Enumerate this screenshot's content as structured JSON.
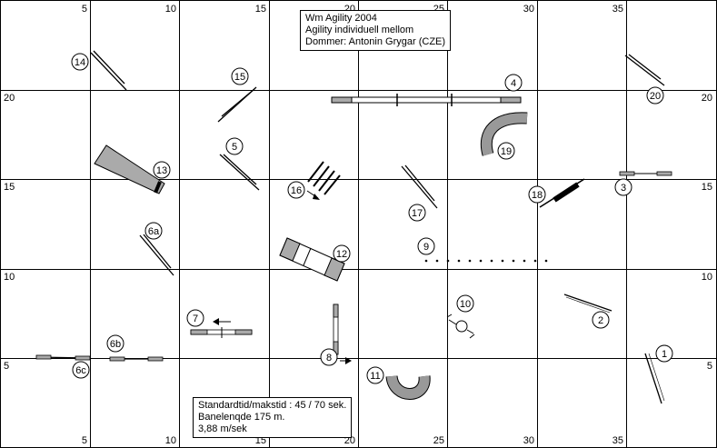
{
  "title_box": {
    "line1": "Wm Agility 2004",
    "line2": "Agility individuell mellom",
    "line3": "Dommer: Antonin Grygar (CZE)"
  },
  "info_box": {
    "line1": "Standardtid/makstid : 45 / 70 sek.",
    "line2": "Banelenqde 175 m.",
    "line3": "3,88 m/sek"
  },
  "grid": {
    "top_labels": [
      "5",
      "10",
      "15",
      "20",
      "25",
      "30",
      "35"
    ],
    "bottom_labels": [
      "5",
      "10",
      "15",
      "20",
      "25",
      "30",
      "35"
    ],
    "left_labels": [
      "20",
      "15",
      "10",
      "5"
    ],
    "right_labels": [
      "20",
      "15",
      "10",
      "5"
    ]
  },
  "obstacles": [
    {
      "label": "1",
      "type": "jump"
    },
    {
      "label": "2",
      "type": "jump"
    },
    {
      "label": "3",
      "type": "jump"
    },
    {
      "label": "4",
      "type": "dogwalk"
    },
    {
      "label": "5",
      "type": "jump"
    },
    {
      "label": "6a",
      "type": "jump"
    },
    {
      "label": "6b",
      "type": "jump"
    },
    {
      "label": "6c",
      "type": "jump"
    },
    {
      "label": "7",
      "type": "jump"
    },
    {
      "label": "8",
      "type": "jump"
    },
    {
      "label": "9",
      "type": "weave"
    },
    {
      "label": "10",
      "type": "tire"
    },
    {
      "label": "11",
      "type": "tunnel"
    },
    {
      "label": "12",
      "type": "aframe"
    },
    {
      "label": "13",
      "type": "chute"
    },
    {
      "label": "14",
      "type": "jump"
    },
    {
      "label": "15",
      "type": "jump"
    },
    {
      "label": "16",
      "type": "spread"
    },
    {
      "label": "17",
      "type": "jump"
    },
    {
      "label": "18",
      "type": "long-jump"
    },
    {
      "label": "19",
      "type": "tunnel"
    },
    {
      "label": "20",
      "type": "jump"
    }
  ],
  "colors": {
    "equipment_fill": "#aaaaaa",
    "tunnel_fill": "#999999",
    "line": "#000000",
    "background": "#ffffff"
  }
}
